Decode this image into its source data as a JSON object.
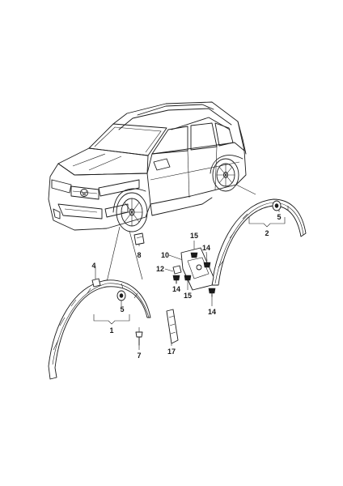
{
  "callouts": {
    "c1": "1",
    "c2": "2",
    "c4": "4",
    "c5a": "5",
    "c5b": "5",
    "c7": "7",
    "c8": "8",
    "c10": "10",
    "c12": "12",
    "c14a": "14",
    "c14b": "14",
    "c14c": "14",
    "c15a": "15",
    "c15b": "15",
    "c17": "17"
  }
}
